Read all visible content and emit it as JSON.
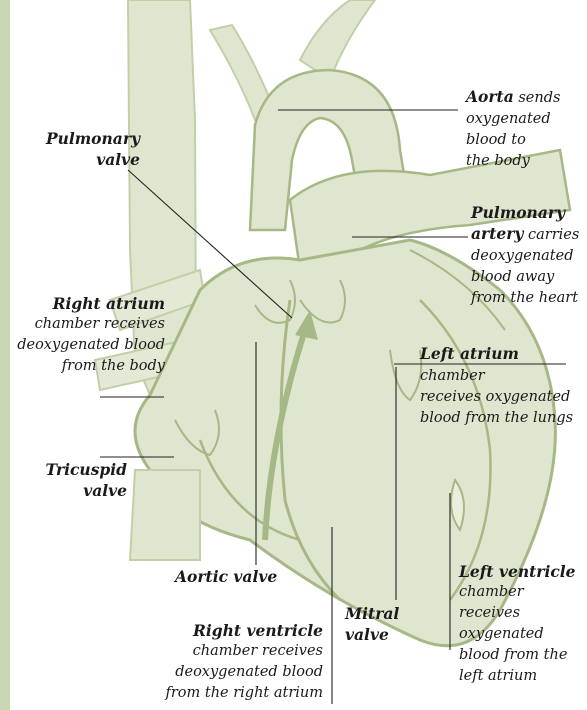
{
  "labels": {
    "aorta": {
      "term": "Aorta",
      "desc": [
        "sends",
        "oxygenated",
        "blood to",
        "the body"
      ]
    },
    "pulmonary_valve": {
      "term": [
        "Pulmonary",
        "valve"
      ]
    },
    "pulmonary_artery": {
      "term": [
        "Pulmonary",
        "artery"
      ],
      "desc": [
        "carries",
        "deoxygenated",
        "blood away",
        "from the heart"
      ]
    },
    "right_atrium": {
      "term": "Right atrium",
      "desc": [
        "chamber receives",
        "deoxygenated blood",
        "from the body"
      ]
    },
    "left_atrium": {
      "term": "Left atrium",
      "desc": [
        "chamber",
        "receives oxygenated",
        "blood from the lungs"
      ]
    },
    "tricuspid_valve": {
      "term": [
        "Tricuspid",
        "valve"
      ]
    },
    "aortic_valve": {
      "term": "Aortic valve"
    },
    "mitral_valve": {
      "term": [
        "Mitral",
        "valve"
      ]
    },
    "right_ventricle": {
      "term": "Right ventricle",
      "desc": [
        "chamber receives",
        "deoxygenated blood",
        "from the right atrium"
      ]
    },
    "left_ventricle": {
      "term": "Left ventricle",
      "desc": [
        "chamber",
        "receives",
        "oxygenated",
        "blood from the",
        "left atrium"
      ]
    }
  },
  "colors": {
    "heart_fill": "#dfe6cf",
    "heart_line": "#a6b885",
    "leader": "#222222",
    "band": "#c9d8b3"
  }
}
